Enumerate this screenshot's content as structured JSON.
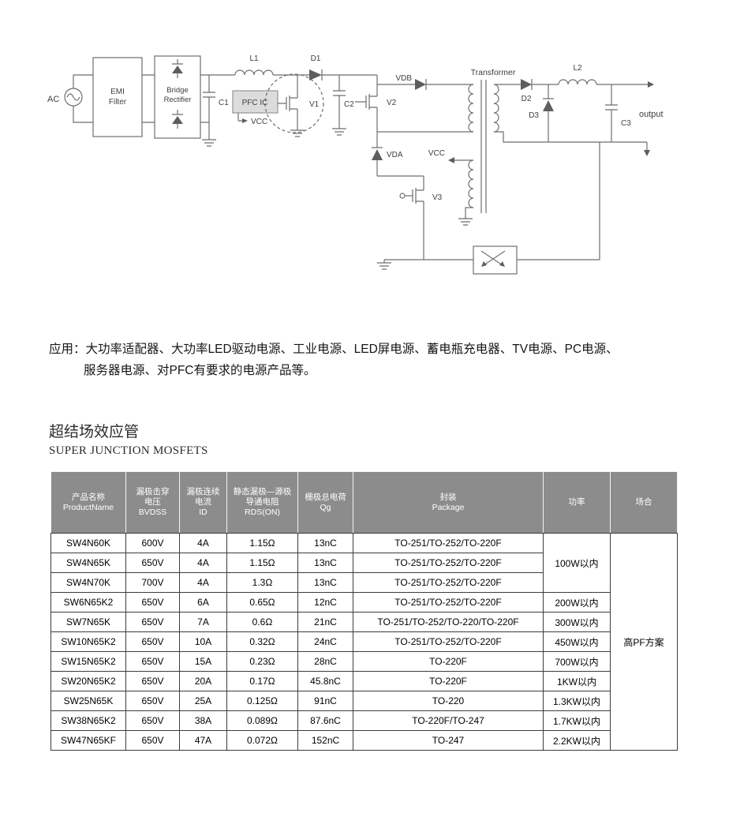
{
  "colors": {
    "table_header_bg": "#8c8c8c",
    "diagram_line": "#6e6e6e",
    "pfc_box_fill": "#dcdcdc"
  },
  "diagram": {
    "labels": {
      "ac": "AC",
      "emi1": "EMI",
      "emi2": "Filter",
      "bridge1": "Bridge",
      "bridge2": "Rectifier",
      "c1": "C1",
      "pfc": "PFC IC",
      "vcc1": "VCC",
      "l1": "L1",
      "v1": "V1",
      "d1": "D1",
      "c2": "C2",
      "v2": "V2",
      "vdb": "VDB",
      "vda": "VDA",
      "v3": "V3",
      "vcc2": "VCC",
      "transformer": "Transformer",
      "d2": "D2",
      "d3": "D3",
      "l2": "L2",
      "c3": "C3",
      "output": "output"
    }
  },
  "application": {
    "line1": "应用：大功率适配器、大功率LED驱动电源、工业电源、LED屏电源、蓄电瓶充电器、TV电源、PC电源、",
    "line2": "服务器电源、对PFC有要求的电源产品等。"
  },
  "section": {
    "title_cn": "超结场效应管",
    "title_en": "SUPER JUNCTION MOSFETS"
  },
  "table": {
    "headers": {
      "name": "产品名称\nProductName",
      "bvdss": "漏极击穿\n电压\nBVDSS",
      "id": "漏极连续\n电流\nID",
      "rds": "静态漏极—源极\n导通电阻\nRDS(ON)",
      "qg": "栅极总电荷\nQg",
      "package": "封装\nPackage",
      "power": "功率",
      "scene": "场合"
    },
    "merged": {
      "power_100w": "100W以内",
      "scene": "高PF方案"
    },
    "rows": [
      {
        "name": "SW4N60K",
        "bvdss": "600V",
        "id": "4A",
        "rds": "1.15Ω",
        "qg": "13nC",
        "package": "TO-251/TO-252/TO-220F"
      },
      {
        "name": "SW4N65K",
        "bvdss": "650V",
        "id": "4A",
        "rds": "1.15Ω",
        "qg": "13nC",
        "package": "TO-251/TO-252/TO-220F"
      },
      {
        "name": "SW4N70K",
        "bvdss": "700V",
        "id": "4A",
        "rds": "1.3Ω",
        "qg": "13nC",
        "package": "TO-251/TO-252/TO-220F"
      },
      {
        "name": "SW6N65K2",
        "bvdss": "650V",
        "id": "6A",
        "rds": "0.65Ω",
        "qg": "12nC",
        "package": "TO-251/TO-252/TO-220F",
        "power": "200W以内"
      },
      {
        "name": "SW7N65K",
        "bvdss": "650V",
        "id": "7A",
        "rds": "0.6Ω",
        "qg": "21nC",
        "package": "TO-251/TO-252/TO-220/TO-220F",
        "power": "300W以内"
      },
      {
        "name": "SW10N65K2",
        "bvdss": "650V",
        "id": "10A",
        "rds": "0.32Ω",
        "qg": "24nC",
        "package": "TO-251/TO-252/TO-220F",
        "power": "450W以内"
      },
      {
        "name": "SW15N65K2",
        "bvdss": "650V",
        "id": "15A",
        "rds": "0.23Ω",
        "qg": "28nC",
        "package": "TO-220F",
        "power": "700W以内"
      },
      {
        "name": "SW20N65K2",
        "bvdss": "650V",
        "id": "20A",
        "rds": "0.17Ω",
        "qg": "45.8nC",
        "package": "TO-220F",
        "power": "1KW以内"
      },
      {
        "name": "SW25N65K",
        "bvdss": "650V",
        "id": "25A",
        "rds": "0.125Ω",
        "qg": "91nC",
        "package": "TO-220",
        "power": "1.3KW以内"
      },
      {
        "name": "SW38N65K2",
        "bvdss": "650V",
        "id": "38A",
        "rds": "0.089Ω",
        "qg": "87.6nC",
        "package": "TO-220F/TO-247",
        "power": "1.7KW以内"
      },
      {
        "name": "SW47N65KF",
        "bvdss": "650V",
        "id": "47A",
        "rds": "0.072Ω",
        "qg": "152nC",
        "package": "TO-247",
        "power": "2.2KW以内"
      }
    ]
  }
}
